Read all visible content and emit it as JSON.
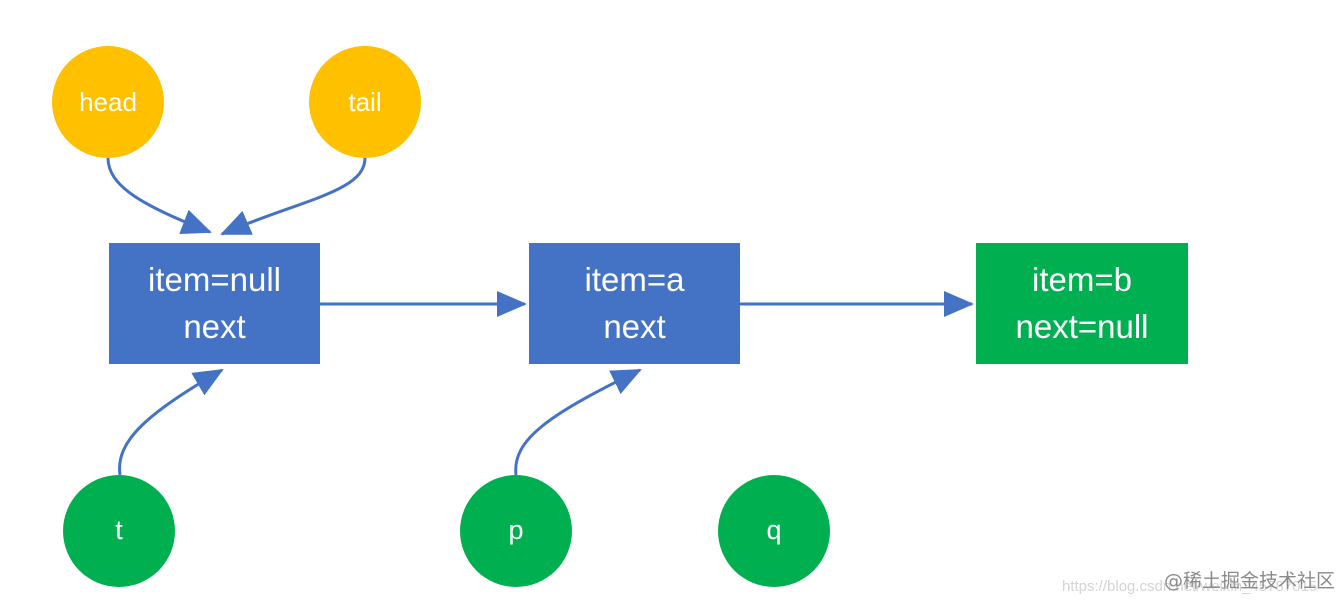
{
  "nodes": {
    "head": {
      "label": "head",
      "color": "#FFC000"
    },
    "tail": {
      "label": "tail",
      "color": "#FFC000"
    },
    "t": {
      "label": "t",
      "color": "#00B050"
    },
    "p": {
      "label": "p",
      "color": "#00B050"
    },
    "q": {
      "label": "q",
      "color": "#00B050"
    }
  },
  "boxes": {
    "box1": {
      "line1": "item=null",
      "line2": "next",
      "color": "#4472C4"
    },
    "box2": {
      "line1": "item=a",
      "line2": "next",
      "color": "#4472C4"
    },
    "box3": {
      "line1": "item=b",
      "line2": "next=null",
      "color": "#00B050"
    }
  },
  "arrow_color": "#4472C4",
  "watermark": {
    "url": "https://blog.csdn.net/weixin_45787015",
    "brand": "@稀土掘金技术社区"
  }
}
